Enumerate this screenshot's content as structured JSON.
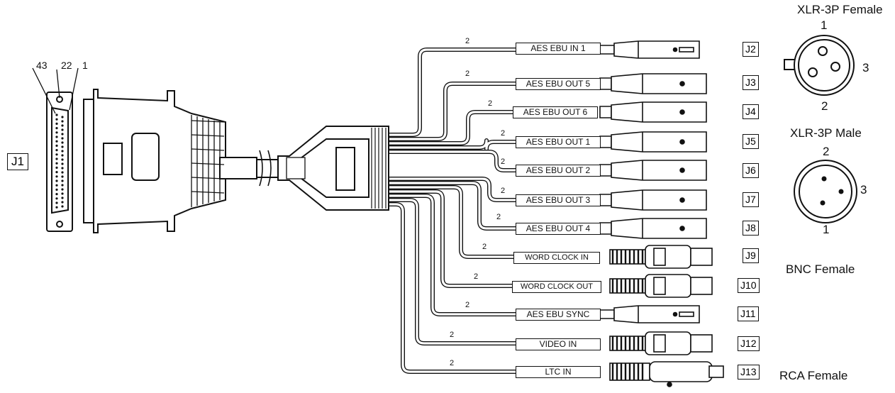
{
  "main_connector": {
    "label": "J1",
    "pins": [
      "43",
      "22",
      "1"
    ]
  },
  "wire_count": "2",
  "cables": [
    {
      "label": "AES EBU IN 1",
      "jack": "J2",
      "type": "xlr-female"
    },
    {
      "label": "AES EBU OUT 5",
      "jack": "J3",
      "type": "xlr-male"
    },
    {
      "label": "AES EBU OUT 6",
      "jack": "J4",
      "type": "xlr-male"
    },
    {
      "label": "AES EBU OUT 1",
      "jack": "J5",
      "type": "xlr-male"
    },
    {
      "label": "AES EBU OUT 2",
      "jack": "J6",
      "type": "xlr-male"
    },
    {
      "label": "AES EBU OUT 3",
      "jack": "J7",
      "type": "xlr-male"
    },
    {
      "label": "AES EBU OUT 4",
      "jack": "J8",
      "type": "xlr-male"
    },
    {
      "label": "WORD CLOCK IN",
      "jack": "J9",
      "type": "bnc"
    },
    {
      "label": "WORD CLOCK OUT",
      "jack": "J10",
      "type": "bnc"
    },
    {
      "label": "AES EBU SYNC",
      "jack": "J11",
      "type": "xlr-female"
    },
    {
      "label": "VIDEO IN",
      "jack": "J12",
      "type": "bnc"
    },
    {
      "label": "LTC IN",
      "jack": "J13",
      "type": "rca"
    }
  ],
  "legend": {
    "xlr_female": {
      "title": "XLR-3P Female",
      "pins": [
        "1",
        "2",
        "3"
      ]
    },
    "xlr_male": {
      "title": "XLR-3P Male",
      "pins": [
        "2",
        "3",
        "1"
      ]
    },
    "bnc_female": {
      "title": "BNC Female"
    },
    "rca_female": {
      "title": "RCA Female"
    }
  }
}
